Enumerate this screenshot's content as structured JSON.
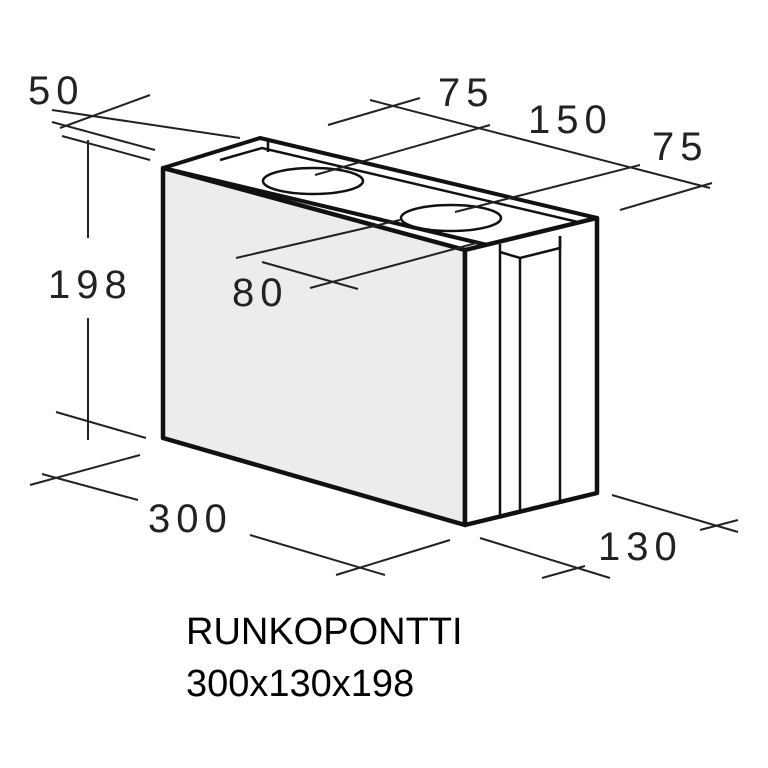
{
  "dimensions": {
    "end_margin_left": "50",
    "end_margin_right": "75",
    "center_spacing": "150",
    "side_margin": "75",
    "hole_diameter": "80",
    "height": "198",
    "length": "300",
    "width": "130"
  },
  "caption": {
    "name": "RUNKOPONTTI",
    "size": "300x130x198"
  },
  "colors": {
    "outline": "#111111",
    "front_face": "#ececec",
    "dimension_line": "#222222",
    "background": "#ffffff"
  }
}
